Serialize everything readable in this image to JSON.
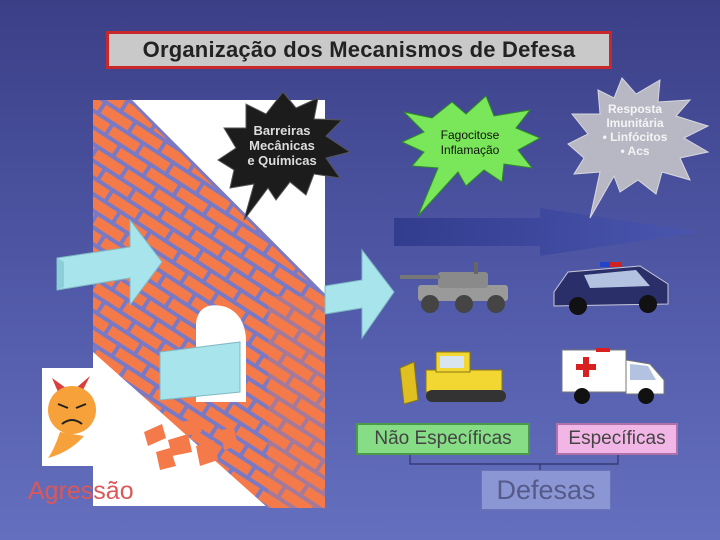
{
  "title": "Organização dos Mecanismos de Defesa",
  "bursts": {
    "barreiras": [
      "Barreiras",
      "Mecânicas",
      "e Químicas"
    ],
    "fagocitose": [
      "Fagocitose",
      "Inflamação"
    ],
    "resposta": [
      "Resposta",
      "Imunitária",
      "• Linfócitos",
      "• Acs"
    ]
  },
  "labels": {
    "nao_especificas": "Não Específicas",
    "especificas": "Específicas",
    "defesas": "Defesas",
    "agressao": "Agressão"
  },
  "icons": [
    "devil-face-icon",
    "tank-icon",
    "police-car-icon",
    "bulldozer-icon",
    "ambulance-icon",
    "bricks-rubble-icon"
  ],
  "colors": {
    "background": "#4a52a0",
    "title_border": "#c8282c",
    "brick": "#f47a4a",
    "mortar": "#7a79c4",
    "arrow": "#a8e4ec",
    "burst_dark": "#1c1c1c",
    "burst_green": "#7ae65a",
    "burst_light": "#b8b8c4",
    "nao_especificas_box": "#86dd86",
    "especificas_box": "#f2b6e6",
    "defesas_box": "#8b97d4",
    "agressao_text": "#dc5858"
  }
}
